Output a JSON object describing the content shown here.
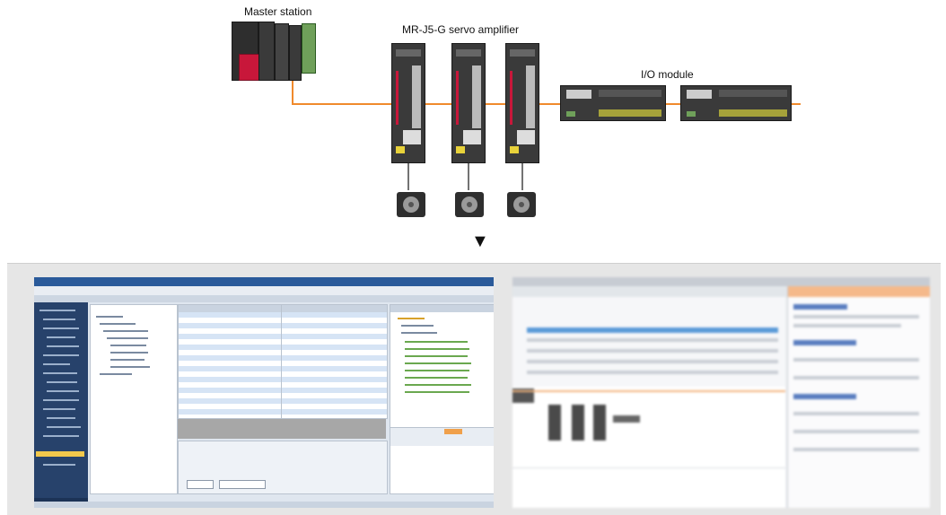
{
  "diagram": {
    "master_label": "Master station",
    "servo_label": "MR-J5-G servo amplifier",
    "io_label": "I/O module",
    "arrow": "▼"
  },
  "colors": {
    "network_cable": "#f08a2c",
    "device_body": "#3a3a3a",
    "plc_red": "#c8173a",
    "panel_bg": "#e6e6e6",
    "screen_blue": "#2a5a9a"
  }
}
